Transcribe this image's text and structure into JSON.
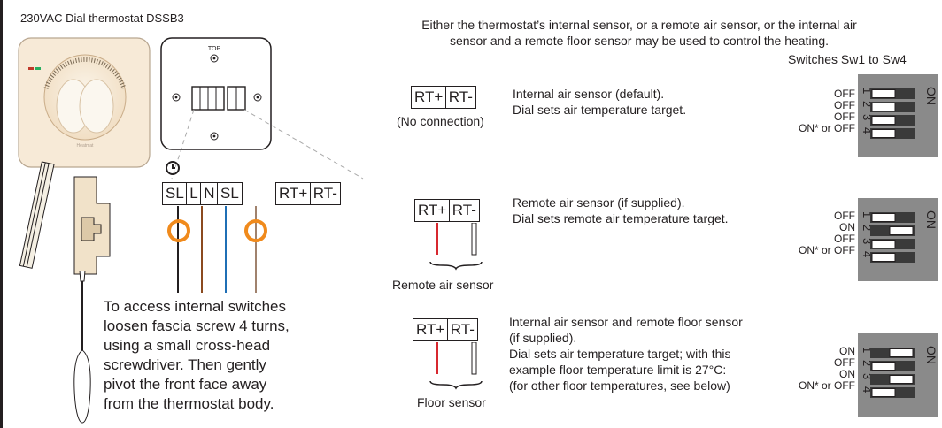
{
  "product_title": "230VAC Dial thermostat DSSB3",
  "faceplate_top_label": "TOP",
  "terminals_main": [
    "SL",
    "L",
    "N",
    "SL"
  ],
  "terminals_sensor": [
    "RT+",
    "RT-"
  ],
  "access_instructions": [
    "To access internal switches",
    "loosen fascia screw 4 turns,",
    "using a small cross-head",
    "screwdriver.  Then gently",
    "pivot the front face away",
    "from the thermostat body."
  ],
  "intro_text": [
    "Either the thermostat’s internal sensor, or a remote air sensor, or the internal air",
    "sensor and a remote floor sensor may be used to control the heating."
  ],
  "switches_title": "Switches Sw1 to Sw4",
  "switch_on_label": "ON",
  "switch_numbers": [
    "1",
    "2",
    "3",
    "4"
  ],
  "configs": [
    {
      "caption": "(No connection)",
      "description": [
        "Internal air sensor (default).",
        "Dial sets air temperature target."
      ],
      "switch_states": [
        "OFF",
        "OFF",
        "OFF",
        "ON* or OFF"
      ]
    },
    {
      "caption": "Remote air sensor",
      "description": [
        "Remote air sensor (if supplied).",
        "Dial sets remote air temperature target."
      ],
      "switch_states": [
        "OFF",
        "ON",
        "OFF",
        "ON* or OFF"
      ]
    },
    {
      "caption": "Floor sensor",
      "description": [
        "Internal air sensor and remote floor sensor",
        "(if supplied).",
        "Dial sets air temperature target; with this",
        "example floor temperature limit is 27°C:",
        "(for other floor temperatures, see below)"
      ],
      "switch_states": [
        "ON",
        "OFF",
        "ON",
        "ON* or OFF"
      ]
    }
  ],
  "wire_colors": {
    "SL": "#231f20",
    "L": "#8b4a1f",
    "N": "#1f6fb5",
    "SL2": "#a0826d",
    "ring": "#f08a1c",
    "sensor_red": "#d7282f"
  }
}
